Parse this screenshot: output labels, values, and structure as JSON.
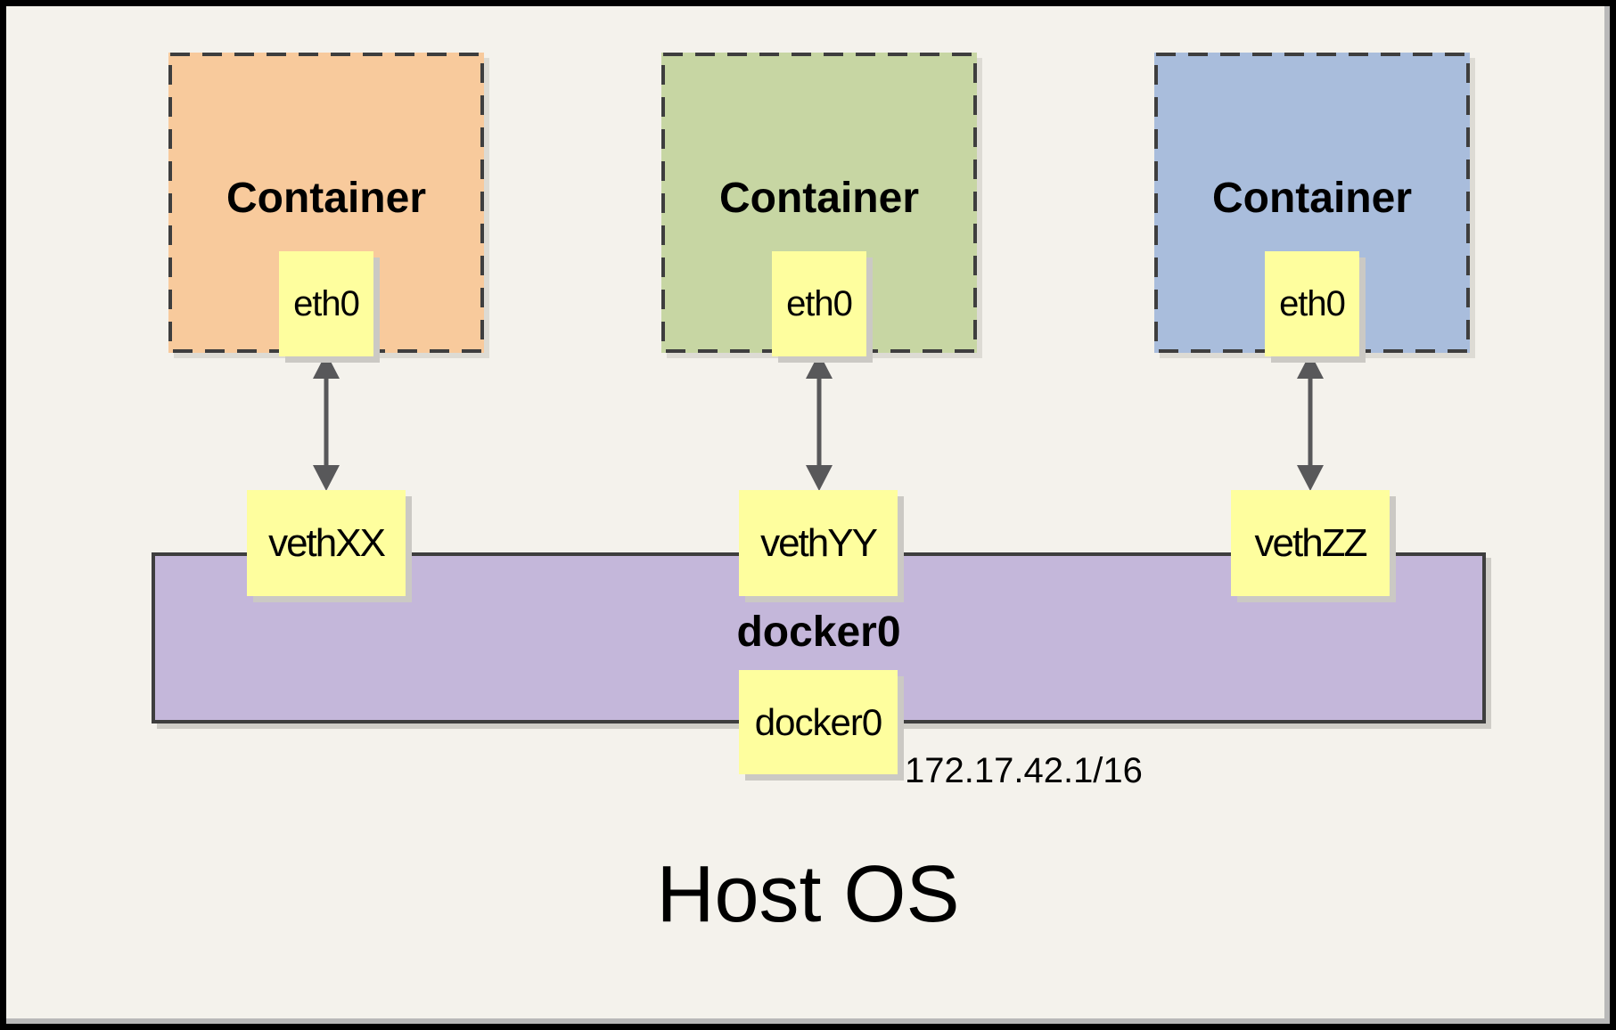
{
  "diagram": {
    "host_label": "Host OS",
    "containers": [
      {
        "label": "Container",
        "interface": "eth0",
        "veth": "vethXX",
        "fill_color": "#F8CA9C"
      },
      {
        "label": "Container",
        "interface": "eth0",
        "veth": "vethYY",
        "fill_color": "#C7D6A3"
      },
      {
        "label": "Container",
        "interface": "eth0",
        "veth": "vethZZ",
        "fill_color": "#A9BDDC"
      }
    ],
    "bridge": {
      "label": "docker0",
      "interface_label": "docker0",
      "ip": "172.17.42.1/16",
      "fill_color": "#C4B7DA"
    },
    "colors": {
      "background": "#F4F2EC",
      "note_yellow": "#FEFE9E",
      "dashed_border": "#3E3E3E",
      "arrow": "#58585A",
      "shadow_gray": "#CBC9C4",
      "frame_black": "#000000"
    }
  }
}
